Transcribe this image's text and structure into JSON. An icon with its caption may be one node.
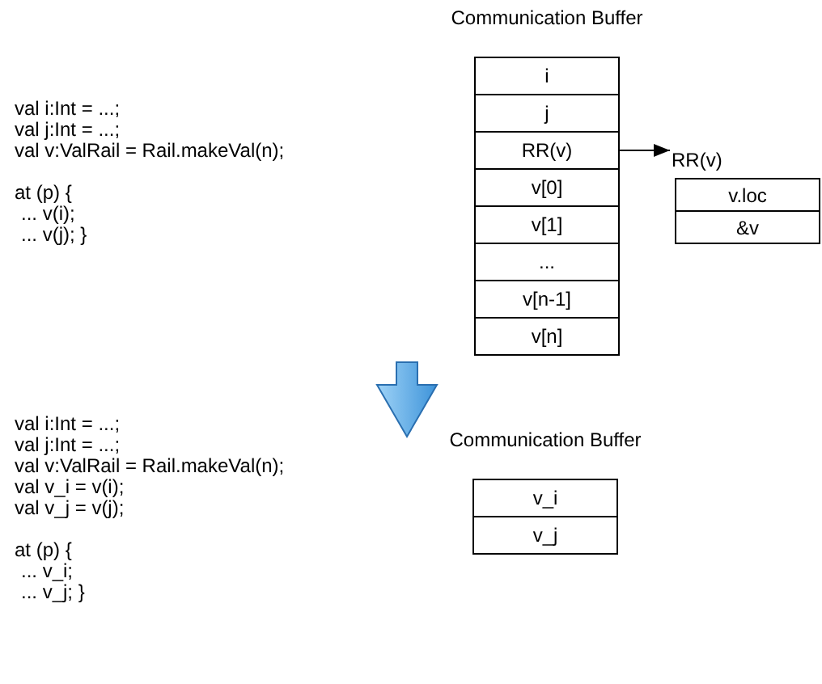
{
  "diagram": {
    "nodes": [
      {
        "text": [
          "Communication Buffer"
        ]
      },
      {
        "text": [
          "i"
        ],
        "in": 0
      },
      {
        "text": [
          "j"
        ],
        "in": 0
      },
      {
        "text": [
          "RR(v)"
        ],
        "in": 0
      },
      {
        "text": [
          "v[0]"
        ],
        "in": 0
      },
      {
        "text": [
          "v[1]"
        ],
        "in": 0
      },
      {
        "text": [
          "..."
        ],
        "in": 0
      },
      {
        "text": [
          "v[n-1]"
        ],
        "in": 0
      },
      {
        "text": [
          "v[n]"
        ],
        "in": 0
      },
      {
        "text": [
          "RR(v)"
        ]
      },
      {
        "text": [
          "v.loc"
        ],
        "in": 9
      },
      {
        "text": [
          "&v"
        ],
        "in": 9
      },
      {
        "text": [
          "Communication Buffer"
        ]
      },
      {
        "text": [
          "v_i"
        ],
        "in": 12
      },
      {
        "text": [
          "v_j"
        ],
        "in": 12
      }
    ],
    "edges": [
      {
        "from": 3,
        "to": 9,
        "arrow": "to"
      }
    ],
    "labels": [
      "val i:Int = ...;",
      "val j:Int = ...;",
      "val v:ValRail = Rail.makeVal(n);",
      "at (p) {",
      "... v(i);",
      "... v(j); }",
      "val i:Int = ...;",
      "val j:Int = ...;",
      "val v:ValRail = Rail.makeVal(n);",
      "val v_i = v(i);",
      "val v_j = v(j);",
      "at (p) {",
      "... v_i;",
      "... v_j; }"
    ]
  }
}
